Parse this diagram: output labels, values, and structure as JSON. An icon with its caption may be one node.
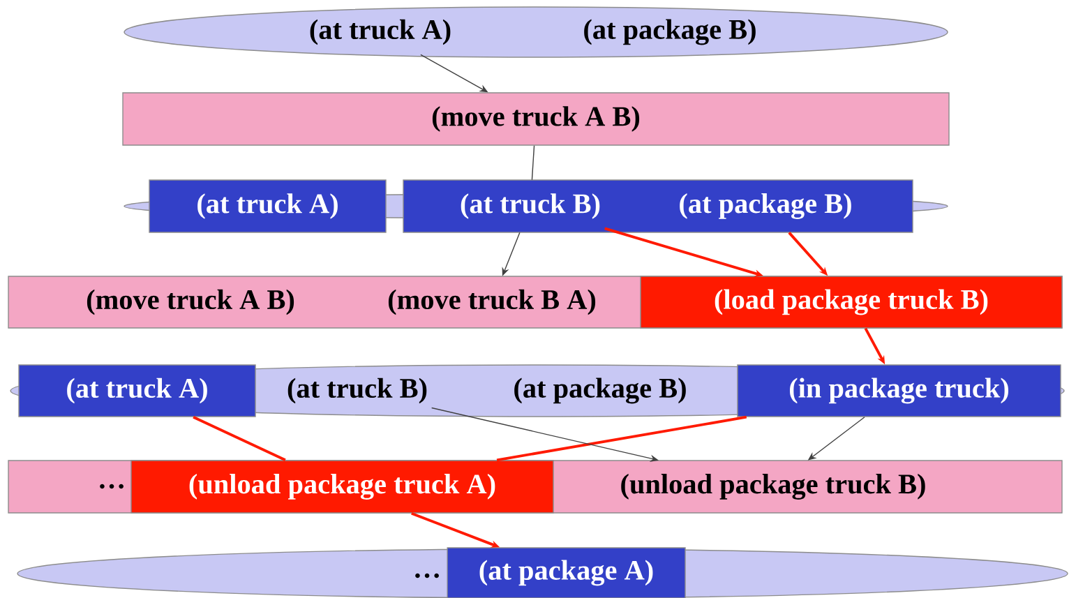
{
  "diagram": {
    "nodes": [
      {
        "text": [],
        "shape": "ellipse"
      },
      {
        "text": [
          "(at truck A)"
        ],
        "in": 0
      },
      {
        "text": [
          "(at package B)"
        ],
        "in": 0
      },
      {
        "text": [
          "(move truck A B)"
        ]
      },
      {
        "text": [],
        "shape": "ellipse"
      },
      {
        "text": [
          "(at truck A)"
        ]
      },
      {
        "text": [],
        "shape": "box"
      },
      {
        "text": [
          "(at truck B)"
        ]
      },
      {
        "text": [
          "(at package B)"
        ]
      },
      {
        "text": [],
        "shape": "box"
      },
      {
        "text": [
          "(move truck A B)"
        ],
        "in": 9
      },
      {
        "text": [
          "(move truck B A)"
        ],
        "in": 9
      },
      {
        "text": [
          "(load package truck B)"
        ],
        "in": 9
      },
      {
        "text": [],
        "shape": "ellipse"
      },
      {
        "text": [
          "(at truck A)"
        ],
        "in": 13
      },
      {
        "text": [
          "(at truck B)"
        ],
        "in": 13
      },
      {
        "text": [
          "(at package B)"
        ],
        "in": 13
      },
      {
        "text": [
          "(in package truck)"
        ],
        "in": 13
      },
      {
        "text": [],
        "shape": "box"
      },
      {
        "text": [
          "(unload package truck A)"
        ],
        "in": 18
      },
      {
        "text": [
          "(unload package truck B)"
        ],
        "in": 18
      },
      {
        "text": [],
        "shape": "ellipse"
      },
      {
        "text": [
          "(at package A)"
        ],
        "in": 21
      }
    ],
    "edges": [
      {
        "from": 1,
        "to": 3,
        "arrow": "to",
        "color": "#404040"
      },
      {
        "from": 3,
        "to": 7,
        "arrow": "none",
        "color": "#404040"
      },
      {
        "from": 7,
        "to": 11,
        "arrow": "to",
        "color": "#404040"
      },
      {
        "from": 7,
        "to": 12,
        "arrow": "to"
      },
      {
        "from": 8,
        "to": 12,
        "arrow": "to"
      },
      {
        "from": 12,
        "to": 17,
        "arrow": "to"
      },
      {
        "from": 14,
        "to": 19,
        "arrow": "none"
      },
      {
        "from": 17,
        "to": 19,
        "arrow": "none"
      },
      {
        "from": 15,
        "to": 20,
        "arrow": "to",
        "color": "#404040"
      },
      {
        "from": 17,
        "to": 20,
        "arrow": "to",
        "color": "#404040"
      },
      {
        "from": 19,
        "to": 22,
        "arrow": "to"
      }
    ],
    "labels": [
      "…",
      "…"
    ]
  }
}
